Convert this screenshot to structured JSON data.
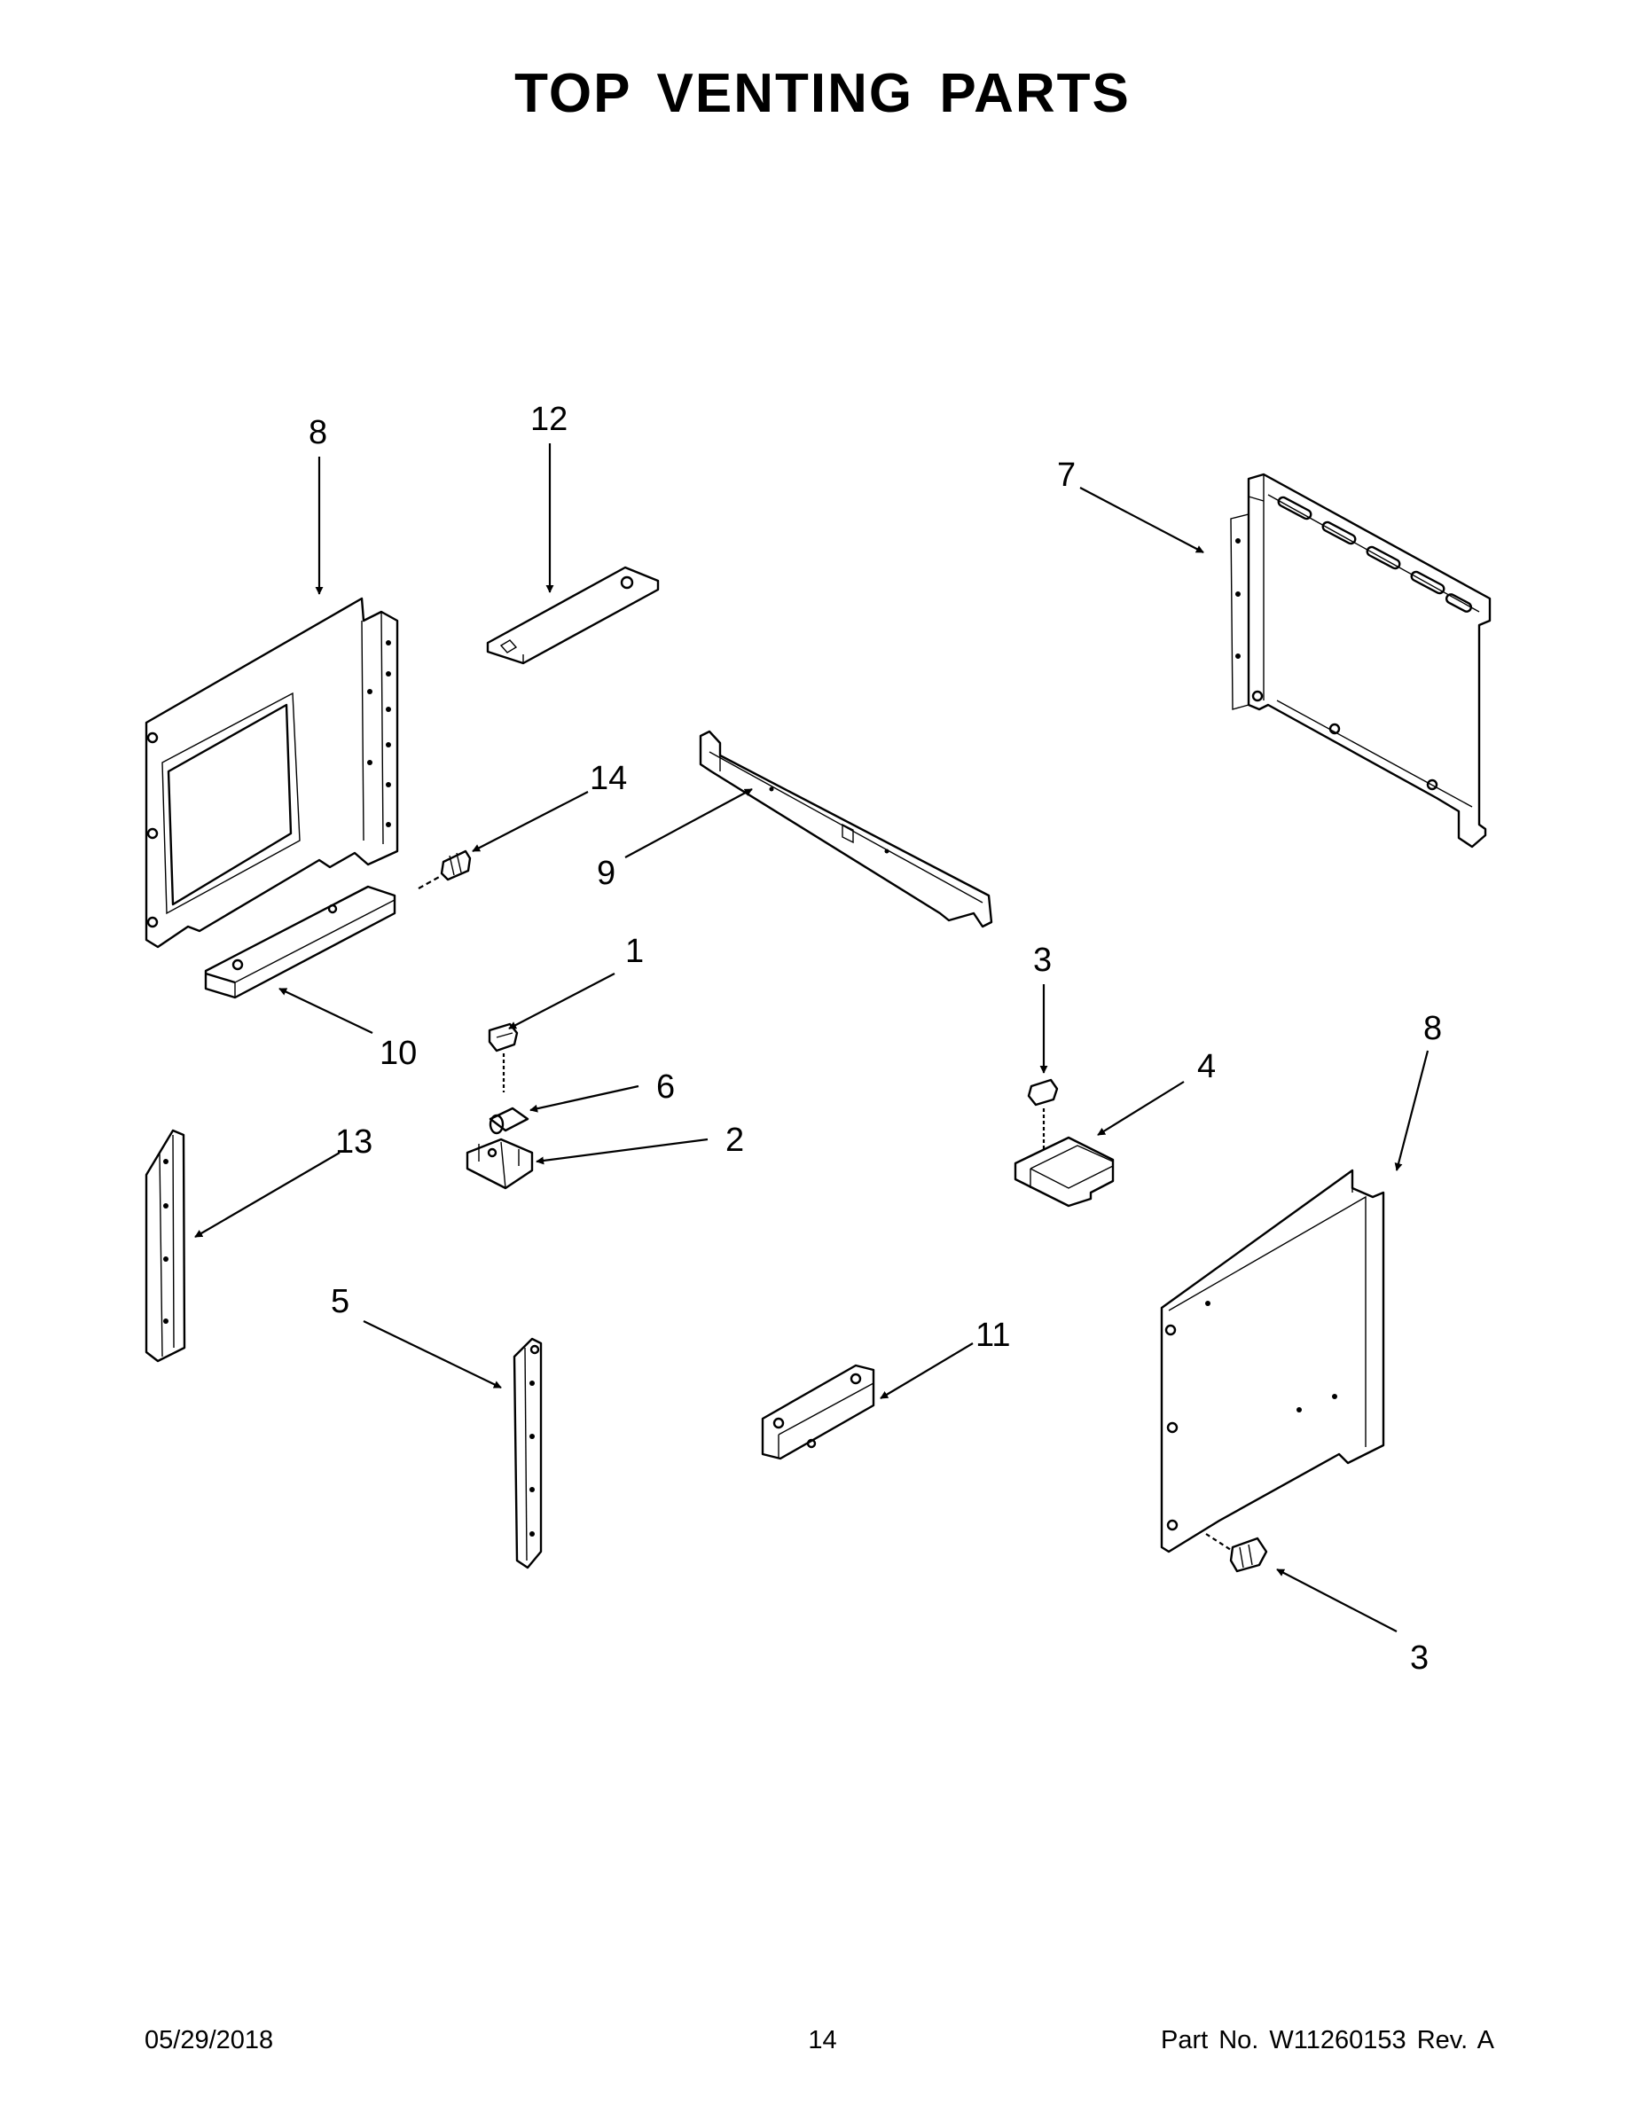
{
  "header": {
    "title": "TOP VENTING PARTS"
  },
  "callouts": {
    "c1": "1",
    "c2": "2",
    "c3a": "3",
    "c3b": "3",
    "c4": "4",
    "c5": "5",
    "c6": "6",
    "c7": "7",
    "c8a": "8",
    "c8b": "8",
    "c9": "9",
    "c10": "10",
    "c11": "11",
    "c12": "12",
    "c13": "13",
    "c14": "14"
  },
  "footer": {
    "date": "05/29/2018",
    "page": "14",
    "part": "Part No.  W11260153  Rev.  A"
  }
}
